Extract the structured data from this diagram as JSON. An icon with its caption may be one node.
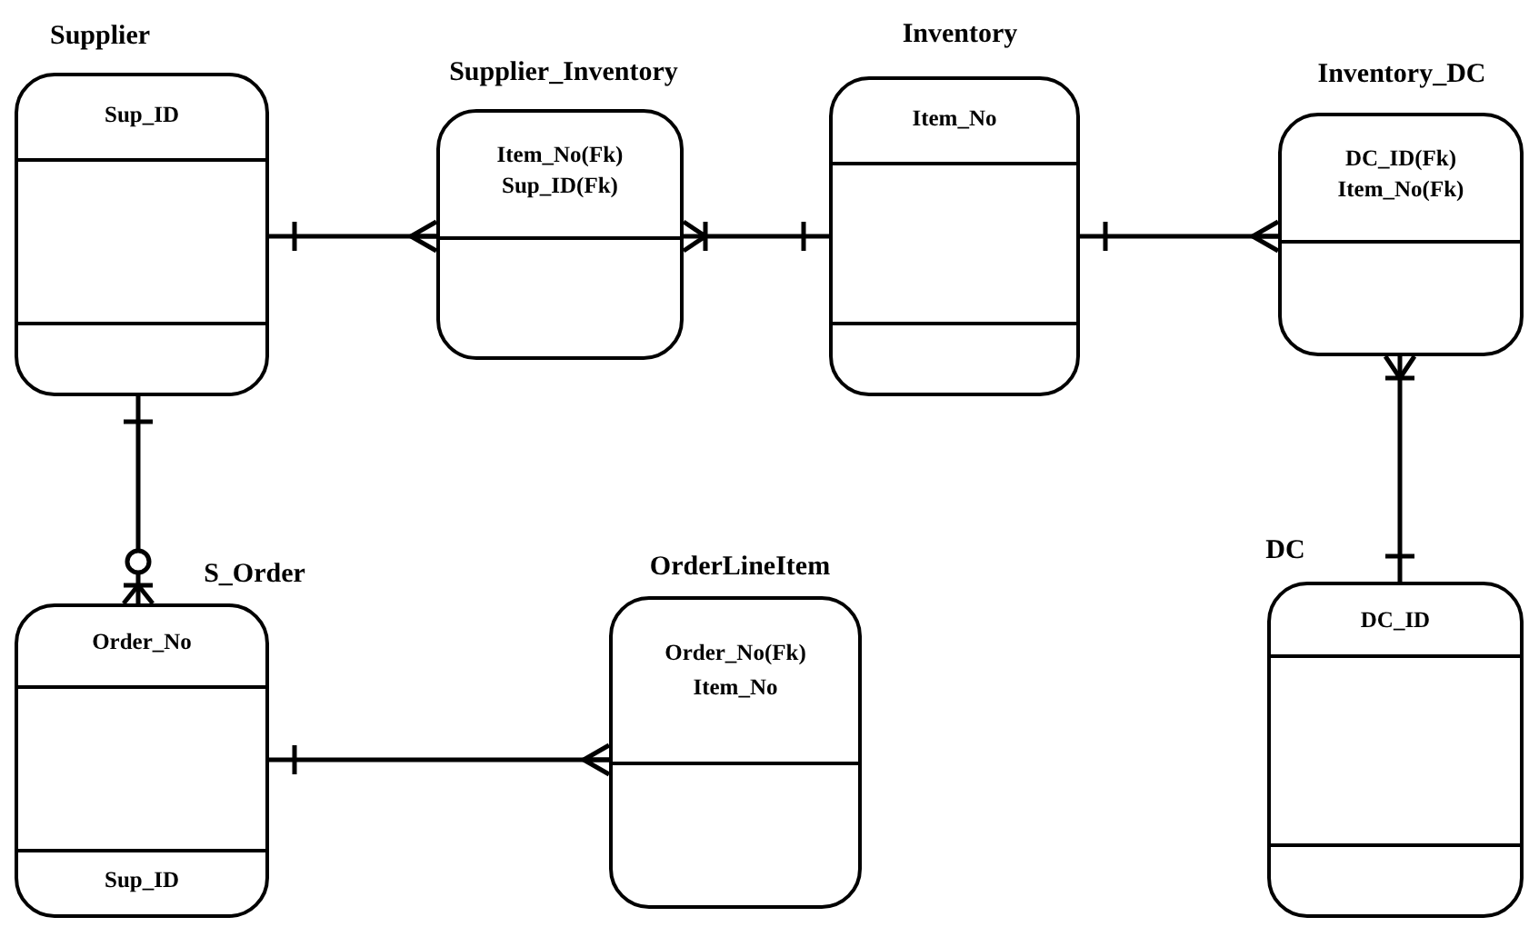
{
  "diagram": {
    "nodes": [
      {
        "text": [
          "Supplier",
          "Sup_ID"
        ]
      },
      {
        "text": [
          "Supplier_Inventory",
          "Item_No(Fk)",
          "Sup_ID(Fk)"
        ]
      },
      {
        "text": [
          "Inventory",
          "Item_No"
        ]
      },
      {
        "text": [
          "Inventory_DC",
          "DC_ID(Fk)",
          "Item_No(Fk)"
        ]
      },
      {
        "text": [
          "S_Order",
          "Order_No",
          "Sup_ID"
        ]
      },
      {
        "text": [
          "OrderLineItem",
          "Order_No(Fk)",
          "Item_No"
        ]
      },
      {
        "text": [
          "DC",
          "DC_ID"
        ]
      }
    ],
    "edges": [
      {
        "from": 0,
        "to": 1,
        "arrow": "other"
      },
      {
        "from": 2,
        "to": 1,
        "arrow": "other"
      },
      {
        "from": 2,
        "to": 3,
        "arrow": "other"
      },
      {
        "from": 6,
        "to": 3,
        "arrow": "other"
      },
      {
        "from": 0,
        "to": 4,
        "arrow": "other"
      },
      {
        "from": 4,
        "to": 5,
        "arrow": "other"
      }
    ]
  }
}
